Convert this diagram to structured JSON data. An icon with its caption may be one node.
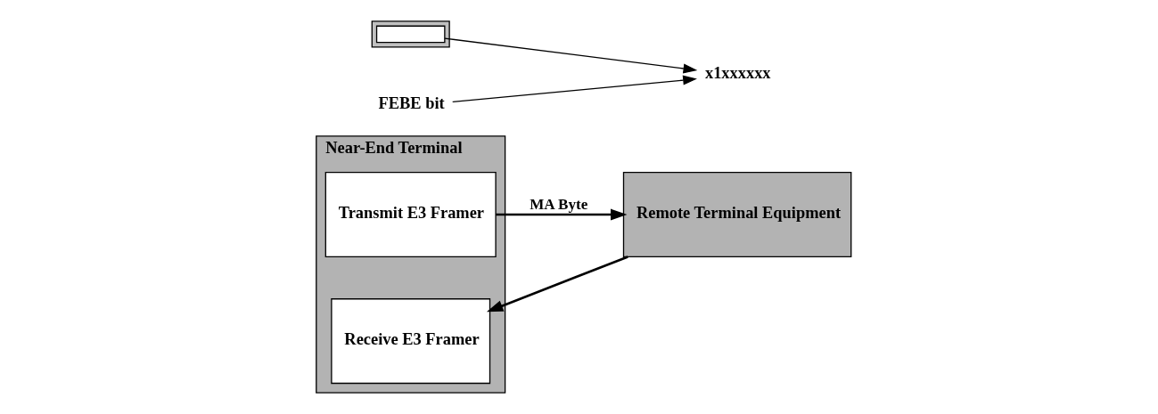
{
  "diagram": {
    "nodes": [
      {
        "text": [
          "Near-End Terminal"
        ]
      },
      {
        "text": [
          "Transmit E3 Framer"
        ],
        "in": 0
      },
      {
        "text": [
          "Receive E3 Framer"
        ],
        "in": 0
      },
      {
        "text": [
          "Remote Terminal Equipment"
        ]
      },
      {
        "text": [],
        "shape": "bar"
      },
      {
        "text": [],
        "shape": "box",
        "in": 4
      },
      {
        "text": [
          "x1xxxxxx"
        ]
      },
      {
        "text": [
          "FEBE bit"
        ]
      }
    ],
    "edges": [
      {
        "from": 1,
        "to": 3,
        "arrow": "to",
        "label": "MA Byte"
      },
      {
        "from": 3,
        "to": 2,
        "arrow": "to"
      },
      {
        "from": 5,
        "to": 6,
        "arrow": "to"
      },
      {
        "from": 7,
        "to": 6,
        "arrow": "to"
      }
    ]
  }
}
